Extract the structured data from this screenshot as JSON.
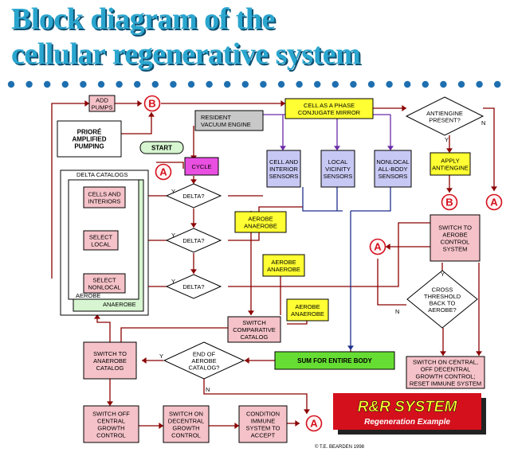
{
  "title": {
    "line1": "Block diagram of the",
    "line2": "cellular regenerative system"
  },
  "labels": {
    "add_pumps": [
      "ADD",
      "PUMPS"
    ],
    "priore": [
      "PRIORÉ",
      "AMPLIFIED",
      "PUMPING"
    ],
    "resident": [
      "RESIDENT",
      "VACUUM ENGINE"
    ],
    "cell_phase": [
      "CELL AS A PHASE",
      "CONJUGATE MIRROR"
    ],
    "antiengine": [
      "ANTIENGINE",
      "PRESENT?"
    ],
    "start": "START",
    "cycle": "CYCLE",
    "delta_catalogs": "DELTA CATALOGS",
    "cells_interiors": [
      "CELLS AND",
      "INTERIORS"
    ],
    "select_local": [
      "SELECT",
      "LOCAL"
    ],
    "select_nonlocal": [
      "SELECT",
      "NONLOCAL"
    ],
    "aerobe": "AEROBE",
    "anaerobe": "ANAEROBE",
    "delta_q": "DELTA?",
    "cell_sensors": [
      "CELL AND",
      "INTERIOR",
      "SENSORS"
    ],
    "local_sensors": [
      "LOCAL",
      "VICINITY",
      "SENSORS"
    ],
    "nonlocal_sensors": [
      "NONLOCAL",
      "ALL-BODY",
      "SENSORS"
    ],
    "apply_antiengine": [
      "APPLY",
      "ANTIENGINE"
    ],
    "switch_aerobe": [
      "SWITCH TO",
      "AEROBE",
      "CONTROL",
      "SYSTEM"
    ],
    "cross_threshold": [
      "CROSS",
      "THRESHOLD",
      "BACK TO",
      "AEROBE?"
    ],
    "switch_comparative": [
      "SWITCH",
      "COMPARATIVE",
      "CATALOG"
    ],
    "sum_body": "SUM FOR ENTIRE BODY",
    "switch_anaerobe": [
      "SWITCH TO",
      "ANAEROBE",
      "CATALOG"
    ],
    "end_aerobe": [
      "END OF",
      "AEROBE",
      "CATALOG?"
    ],
    "switch_on_central": [
      "SWITCH ON CENTRAL,",
      "OFF DECENTRAL",
      "GROWTH CONTROL;",
      "RESET IMMUNE SYSTEM"
    ],
    "switch_off_central": [
      "SWITCH OFF",
      "CENTRAL",
      "GROWTH",
      "CONTROL"
    ],
    "switch_on_decentral": [
      "SWITCH ON",
      "DECENTRAL",
      "GROWTH",
      "CONTROL"
    ],
    "condition_immune": [
      "CONDITION",
      "IMMUNE",
      "SYSTEM TO",
      "ACCEPT"
    ],
    "y": "Y",
    "n": "N",
    "connector_a": "A",
    "connector_b": "B"
  },
  "banner": {
    "title": "R&R SYSTEM",
    "subtitle": "Regeneration Example"
  },
  "copyright": "© T.E. BEARDEN     1998",
  "colors": {
    "title": "#2aa6cf",
    "pink": "#f4c2c8",
    "magenta": "#e94fe0",
    "yellow": "#ffff33",
    "lavender": "#c8c8f4",
    "gray": "#c8c8c8",
    "light_green": "#d6f5d0",
    "green": "#66dd33",
    "red": "#d4101d",
    "dots": "#1e6fb0"
  }
}
